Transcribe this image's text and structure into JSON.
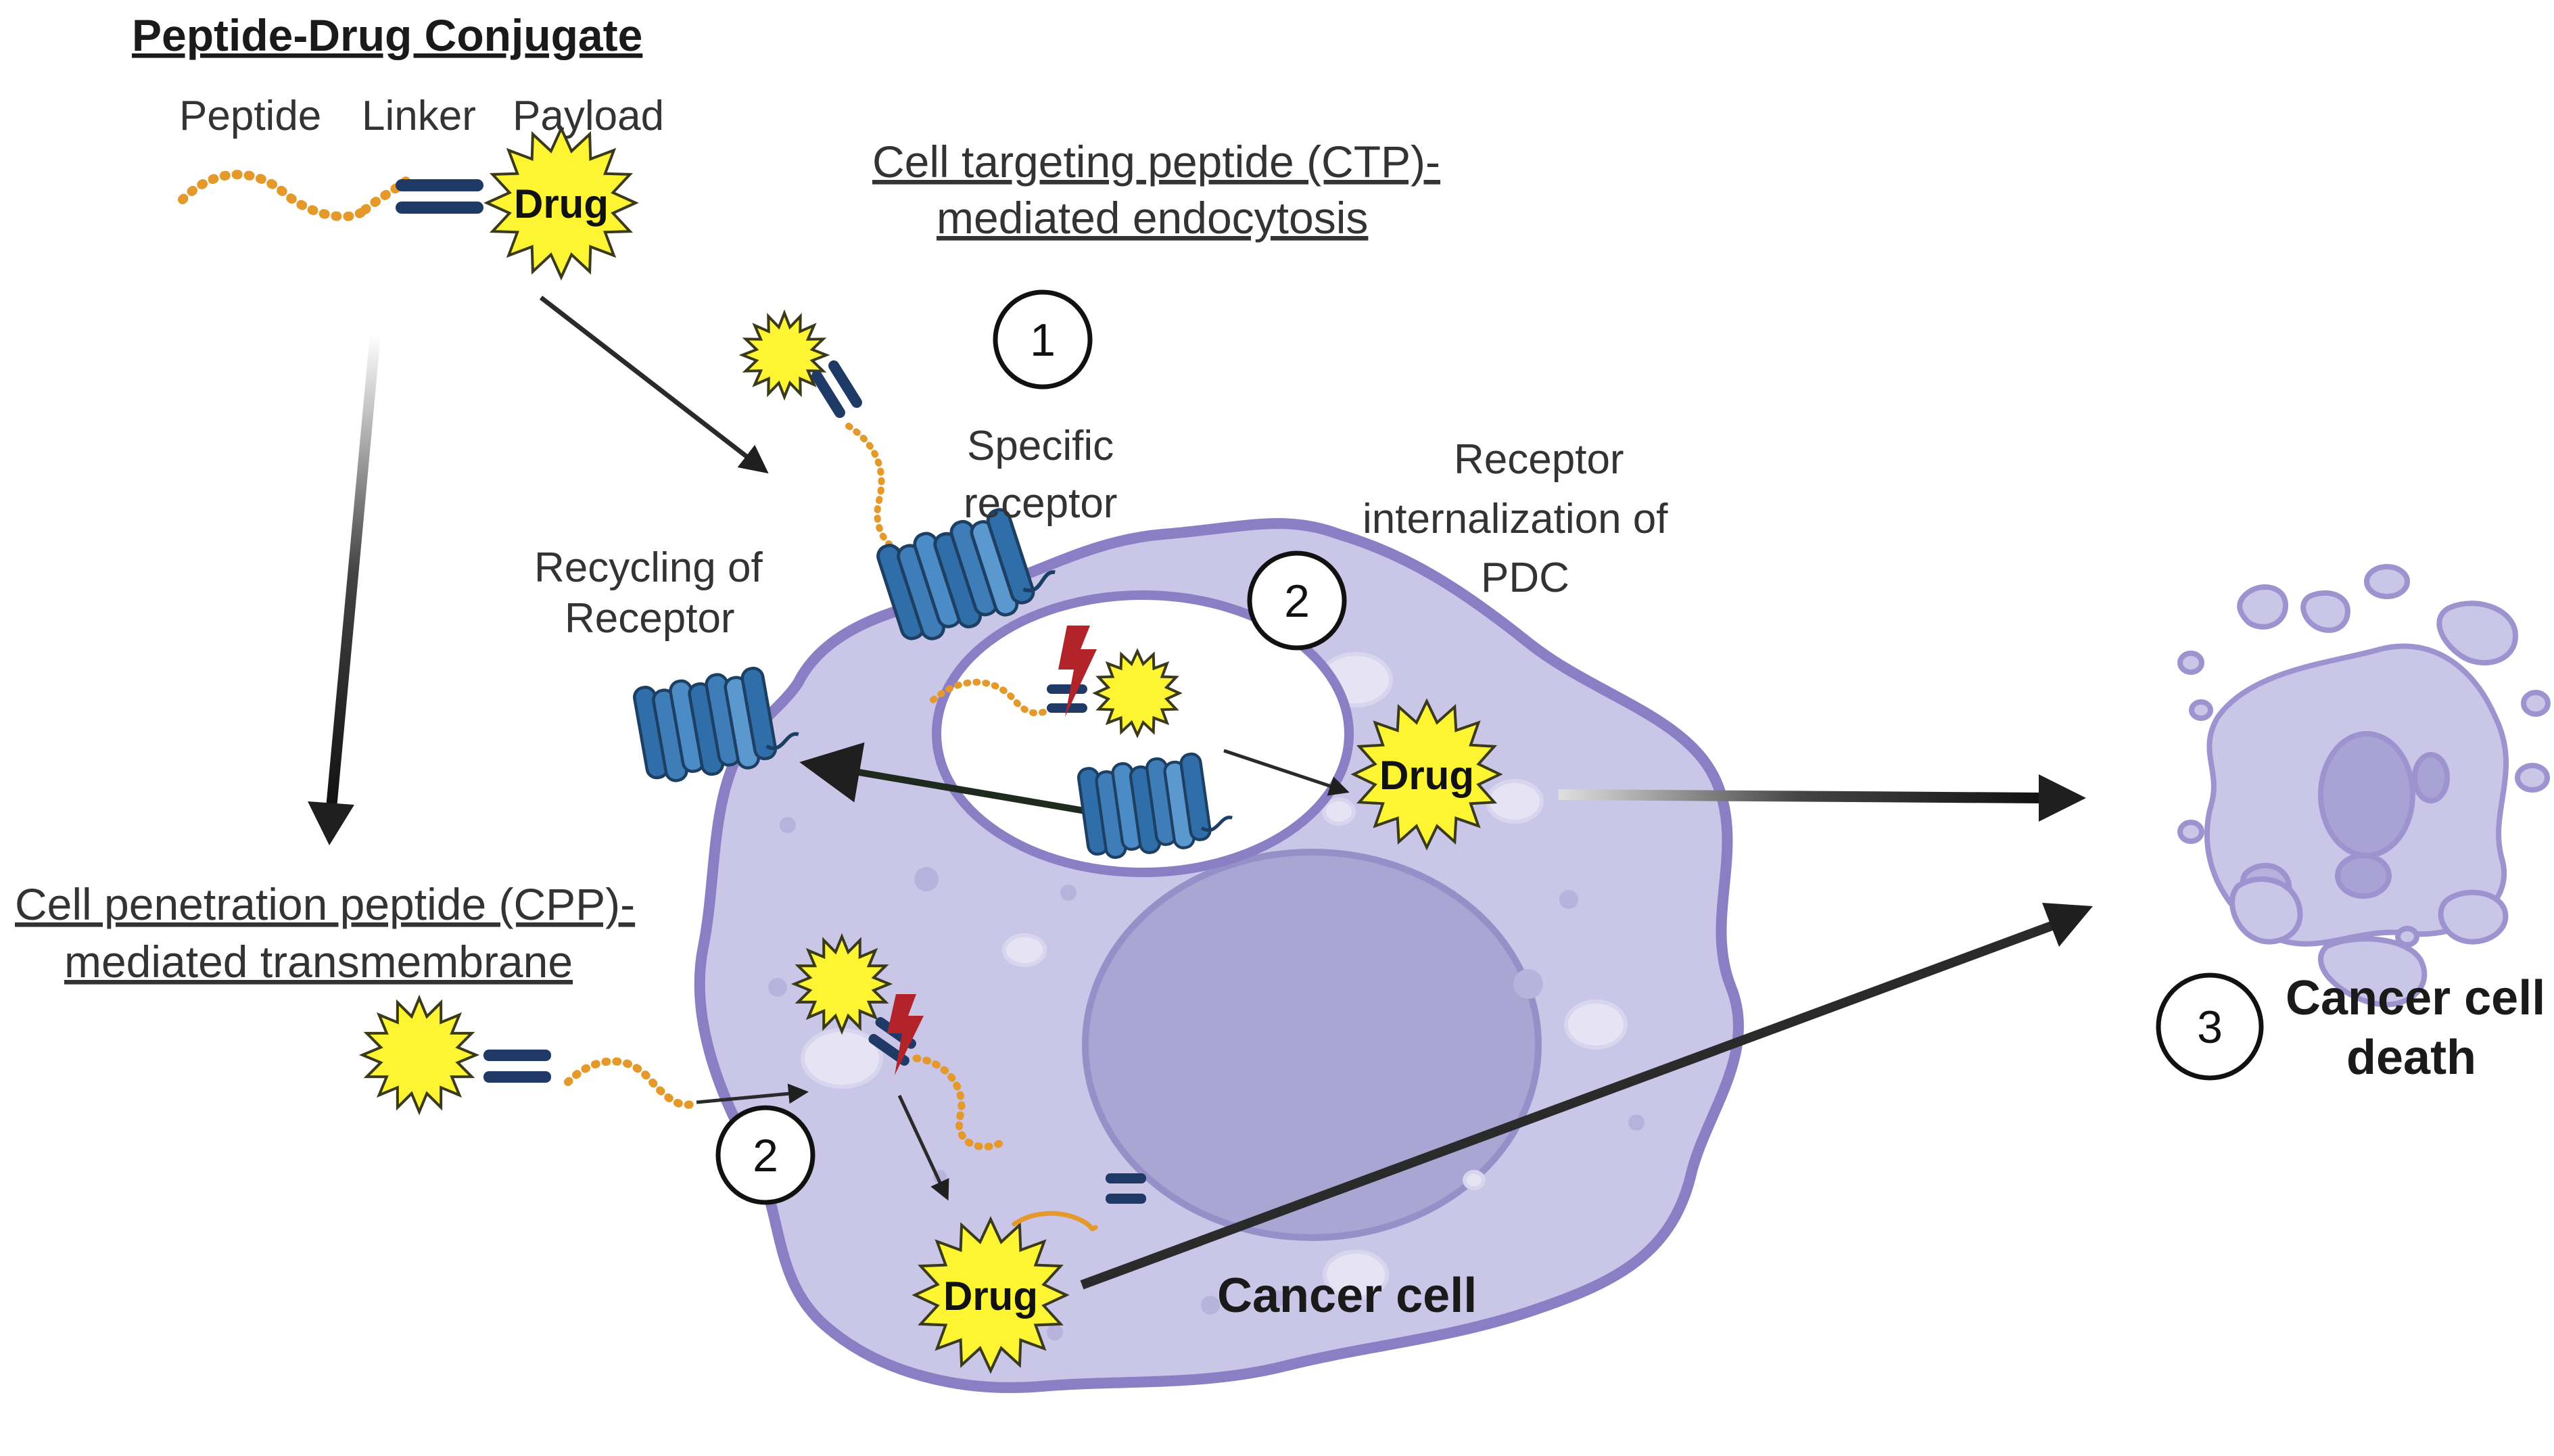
{
  "pdc": {
    "title": "Peptide-Drug Conjugate",
    "peptide_label": "Peptide",
    "linker_label": "Linker",
    "payload_label": "Payload"
  },
  "ctp": {
    "line1": "Cell targeting peptide (CTP)-",
    "line2": "mediated endocytosis"
  },
  "cpp": {
    "line1": "Cell penetration peptide (CPP)-",
    "line2": "mediated transmembrane"
  },
  "labels": {
    "specific_receptor_1": "Specific",
    "specific_receptor_2": "receptor",
    "internalization_1": "Receptor",
    "internalization_2": "internalization of",
    "internalization_3": "PDC",
    "recycling_1": "Recycling of",
    "recycling_2": "Receptor",
    "cancer_cell": "Cancer cell",
    "death_1": "Cancer cell",
    "death_2": "death",
    "drug": "Drug"
  },
  "steps": {
    "one": "1",
    "two_top": "2",
    "two_bottom": "2",
    "three": "3"
  },
  "colors": {
    "cell_fill": "#c9c6e8",
    "cell_stroke": "#8a7fc4",
    "nucleus": "#a9a6d4",
    "drug_star": "#fdf531",
    "peptide": "#e4992a",
    "linker": "#1f3a66",
    "receptor": "#3f7db8",
    "bolt": "#b3232a"
  }
}
